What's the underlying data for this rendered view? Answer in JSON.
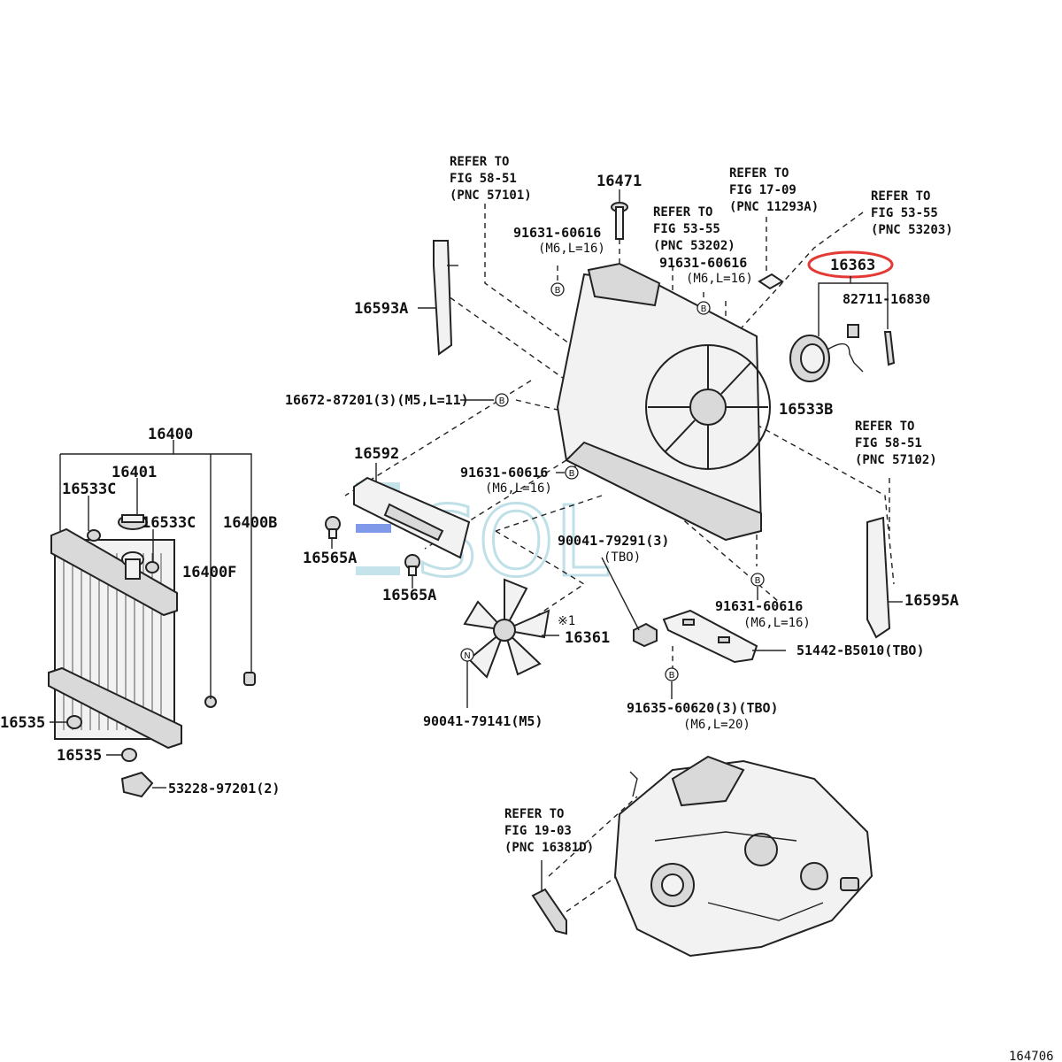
{
  "labels": {
    "p16471": "16471",
    "p91631_a": "91631-60616",
    "p91631_a_spec": "(M6,L=16)",
    "p91631_b": "91631-60616",
    "p91631_b_spec": "(M6,L=16)",
    "p16363": "16363",
    "p82711": "82711-16830",
    "p16593A": "16593A",
    "p16672": "16672-87201(3)(M5,L=11)",
    "p16533B": "16533B",
    "p16400": "16400",
    "p16401": "16401",
    "p16533C_a": "16533C",
    "p16533C_b": "16533C",
    "p16400B": "16400B",
    "p16400F": "16400F",
    "p16592": "16592",
    "p16565A_a": "16565A",
    "p16565A_b": "16565A",
    "p91631_c": "91631-60616",
    "p91631_c_spec": "(M6,L=16)",
    "p90041_79291": "90041-79291(3)",
    "p90041_79291_spec": "(TBO)",
    "p16361": "16361",
    "p16361_note": "※1",
    "p91631_d": "91631-60616",
    "p91631_d_spec": "(M6,L=16)",
    "p16595A": "16595A",
    "p51442": "51442-B5010(TBO)",
    "p91635": "91635-60620(3)(TBO)",
    "p91635_spec": "(M6,L=20)",
    "p90041_79141": "90041-79141(M5)",
    "p16535_a": "16535",
    "p16535_b": "16535",
    "p53228": "53228-97201(2)",
    "corner_code": "164706"
  },
  "refs": {
    "r58_51_a": [
      "REFER TO",
      "FIG 58-51",
      "(PNC 57101)"
    ],
    "r53_55_a": [
      "REFER TO",
      "FIG 53-55",
      "(PNC 53202)"
    ],
    "r17_09": [
      "REFER TO",
      "FIG 17-09",
      "(PNC 11293A)"
    ],
    "r53_55_b": [
      "REFER TO",
      "FIG 53-55",
      "(PNC 53203)"
    ],
    "r58_51_b": [
      "REFER TO",
      "FIG 58-51",
      "(PNC 57102)"
    ],
    "r19_03": [
      "REFER TO",
      "FIG 19-03",
      "(PNC 16381D)"
    ]
  },
  "circle_marks": {
    "b": "B",
    "n": "N"
  },
  "watermark": "SOL",
  "colors": {
    "highlight_oval": "#e53935",
    "watermark": "#9fd0dc"
  }
}
